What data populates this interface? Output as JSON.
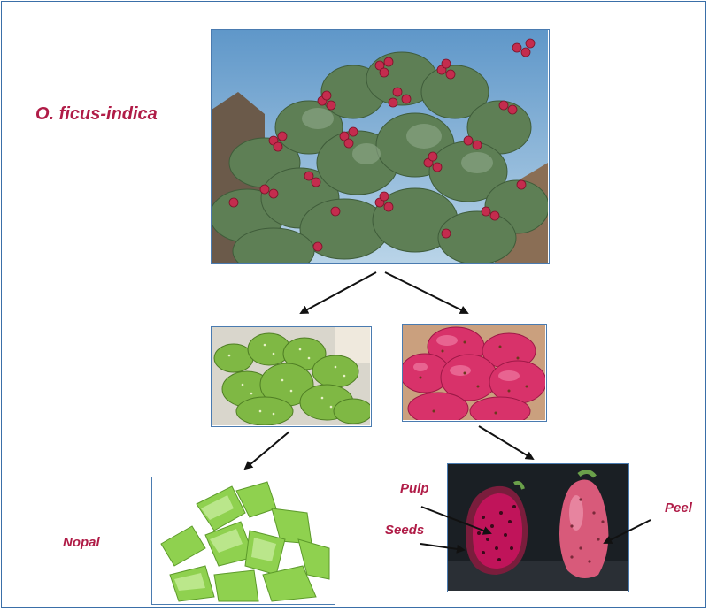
{
  "species_label": "O. ficus-indica",
  "labels": {
    "nopal": "Nopal",
    "pulp": "Pulp",
    "seeds": "Seeds",
    "peel": "Peel"
  },
  "colors": {
    "label": "#b01c47",
    "frame_border": "#3a6fa8",
    "arrow": "#111111",
    "sky": "#8fb8d8",
    "cladode_green": "#7fb844",
    "fruit_pink": "#d8326a",
    "pulp_magenta": "#c0145a"
  },
  "photos": {
    "plant": "cactus-plant-photo",
    "cladodes": "cladodes-photo",
    "fruits": "fruits-photo",
    "nopal_pieces": "nopal-pieces-photo",
    "fruit_section": "fruit-section-photo"
  }
}
